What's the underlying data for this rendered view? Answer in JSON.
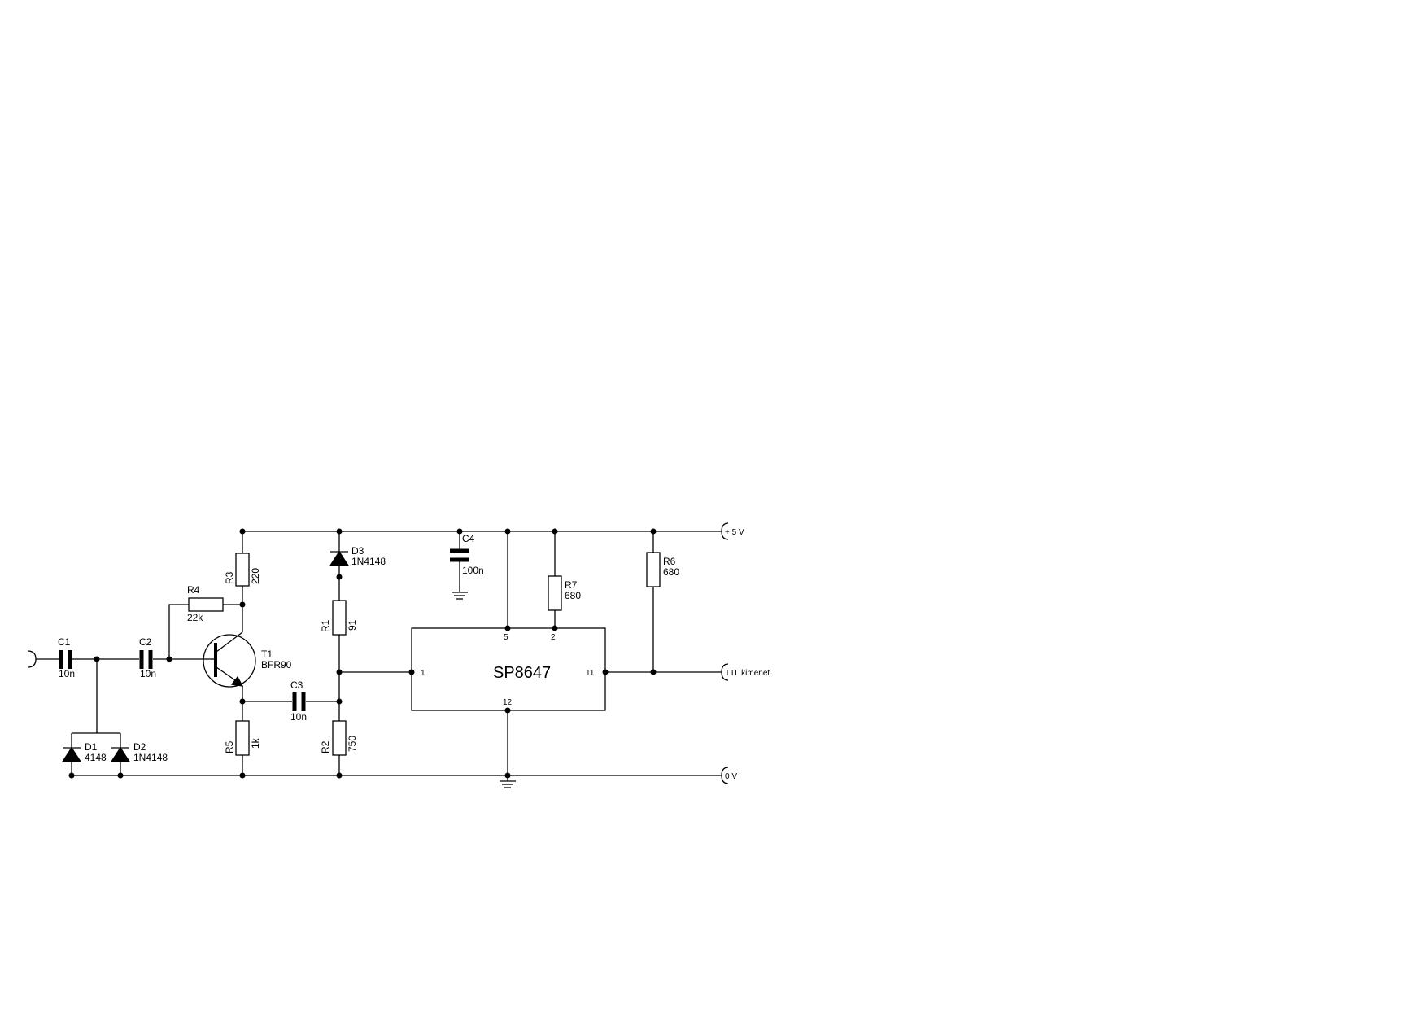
{
  "components": {
    "C1": {
      "ref": "C1",
      "value": "10n"
    },
    "C2": {
      "ref": "C2",
      "value": "10n"
    },
    "C3": {
      "ref": "C3",
      "value": "10n"
    },
    "C4": {
      "ref": "C4",
      "value": "100n"
    },
    "R1": {
      "ref": "R1",
      "value": "91"
    },
    "R2": {
      "ref": "R2",
      "value": "750"
    },
    "R3": {
      "ref": "R3",
      "value": "220"
    },
    "R4": {
      "ref": "R4",
      "value": "22k"
    },
    "R5": {
      "ref": "R5",
      "value": "1k"
    },
    "R6": {
      "ref": "R6",
      "value": "680"
    },
    "R7": {
      "ref": "R7",
      "value": "680"
    },
    "D1": {
      "ref": "D1",
      "value": "4148"
    },
    "D2": {
      "ref": "D2",
      "value": "1N4148"
    },
    "D3": {
      "ref": "D3",
      "value": "1N4148"
    },
    "T1": {
      "ref": "T1",
      "value": "BFR90"
    }
  },
  "ic": {
    "name": "SP8647",
    "pins": {
      "p1": "1",
      "p2": "2",
      "p5": "5",
      "p11": "11",
      "p12": "12"
    }
  },
  "terminals": {
    "supply": "+ 5 V",
    "ground": "0 V",
    "output": "TTL kimenet"
  }
}
